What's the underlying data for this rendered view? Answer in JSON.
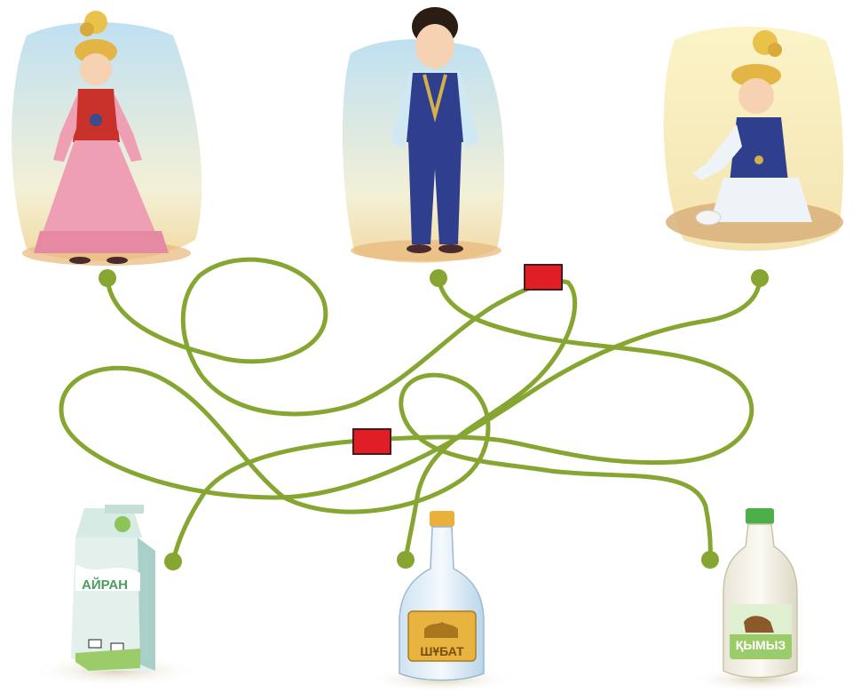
{
  "products": {
    "ayran": {
      "label": "АЙРАН"
    },
    "shubat": {
      "label": "ШҰБАТ"
    },
    "kymyz": {
      "label": "ҚЫМЫЗ"
    }
  },
  "colors": {
    "maze_line": "#86a631",
    "marker": "#e01e26",
    "marker_border": "#4a1a1a"
  }
}
